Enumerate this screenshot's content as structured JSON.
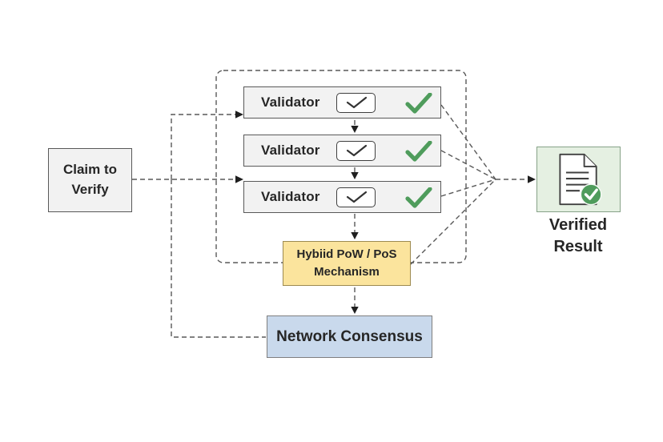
{
  "diagram": {
    "claim": {
      "label": "Claim to Verify"
    },
    "validators": {
      "items": [
        {
          "label": "Validator",
          "status_icon": "green-check"
        },
        {
          "label": "Validator",
          "status_icon": "green-check"
        },
        {
          "label": "Validator",
          "status_icon": "green-check"
        }
      ]
    },
    "mechanism": {
      "label": "Hybiid PoW / PoS Mechanism"
    },
    "consensus": {
      "label": "Network Consensus"
    },
    "result": {
      "label": "Verified Result"
    }
  },
  "icons": {
    "checkbox-glyph": "✓",
    "green-check": "✓",
    "result-badge": "✓",
    "document": "verified-document"
  },
  "colors": {
    "box-gray-fill": "#f2f2f2",
    "box-border": "#595959",
    "check-green": "#4f9c5c",
    "mechanism-fill": "#fbe49d",
    "mechanism-border": "#9d8a50",
    "consensus-fill": "#c9d9ec",
    "consensus-border": "#7f7f7f",
    "result-fill": "#e5f0e2",
    "result-border": "#87a288",
    "connector": "#595959",
    "text": "#262626"
  }
}
